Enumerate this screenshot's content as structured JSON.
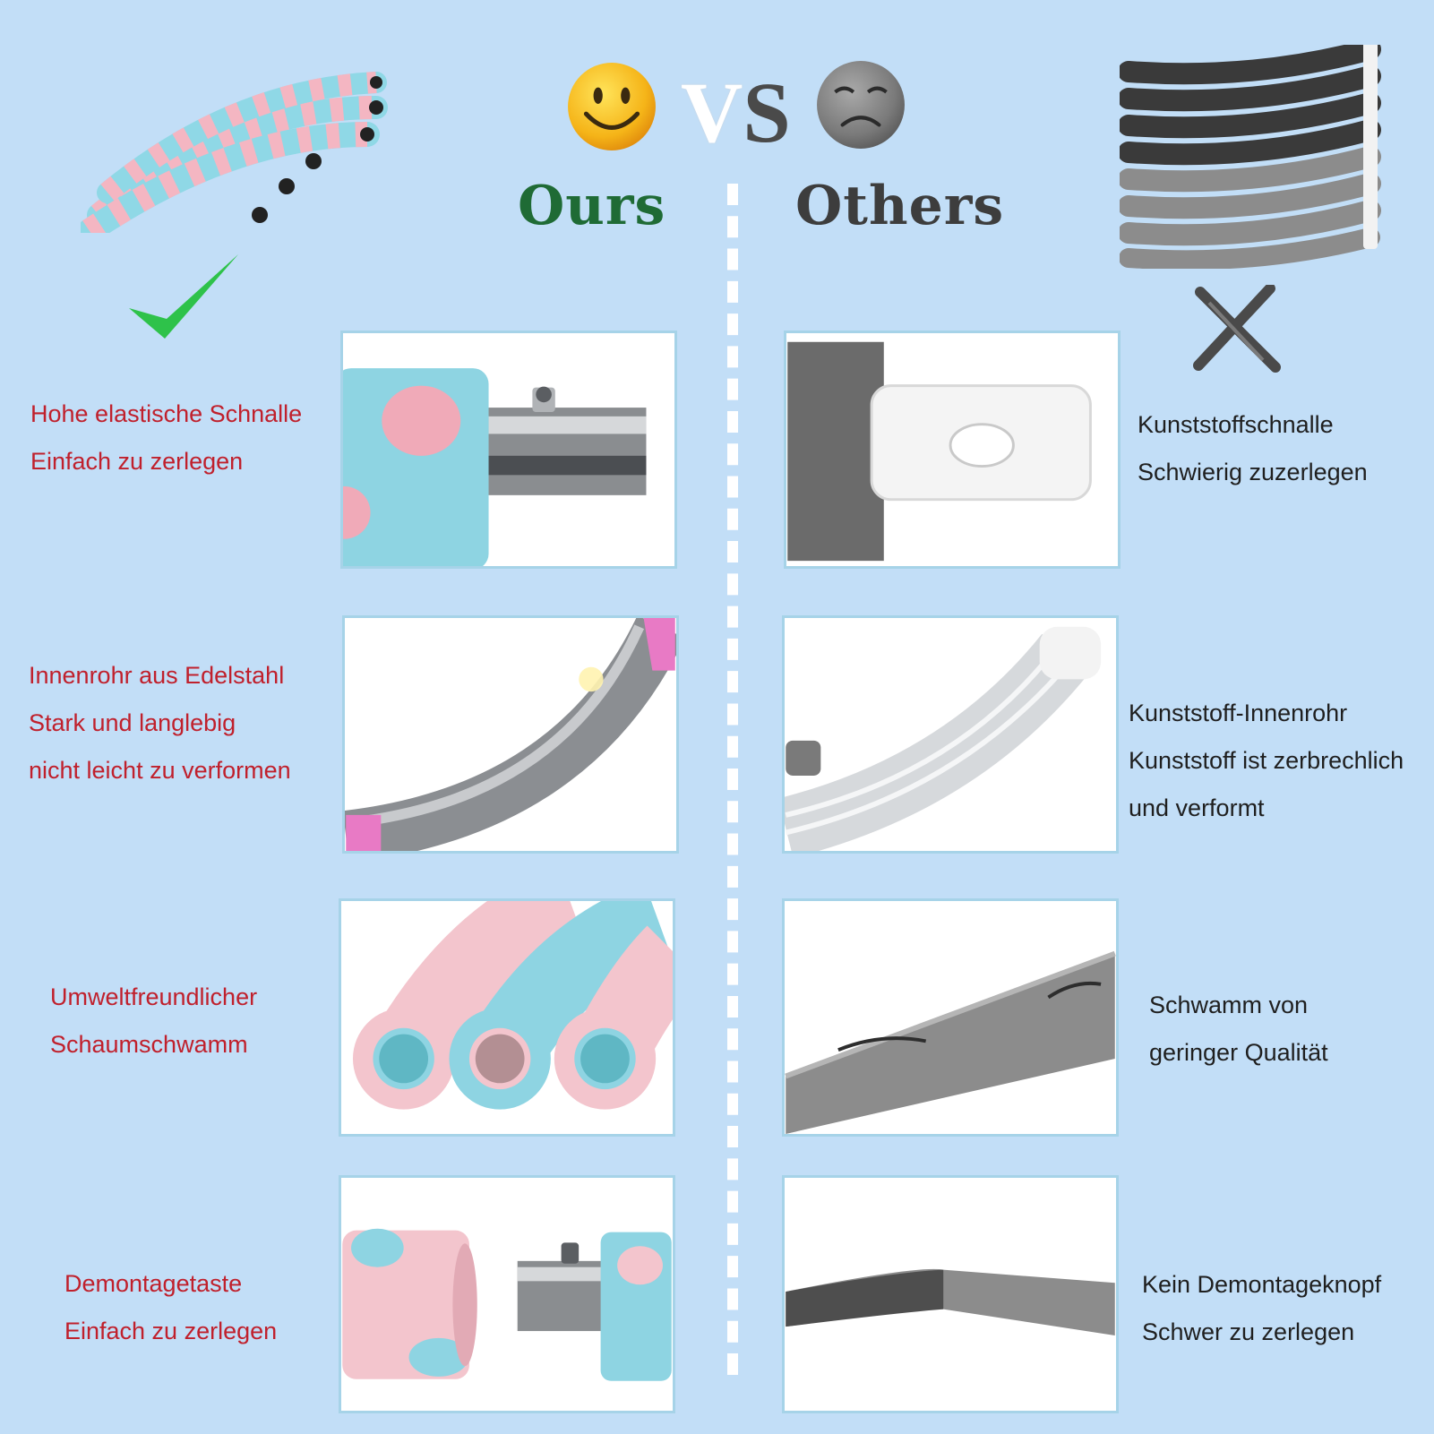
{
  "header": {
    "vs": "VS",
    "ours": "Ours",
    "others": "Others"
  },
  "icons": {
    "happy": "smiley-face-icon",
    "sad": "sad-face-icon",
    "check": "checkmark-icon",
    "cross": "cross-icon"
  },
  "colors": {
    "background": "#c2def7",
    "ours_heading": "#1f6b35",
    "others_heading": "#3d3d3d",
    "ours_text": "#c0202c",
    "others_text": "#1f1f1f",
    "check": "#2ec24a"
  },
  "rows": [
    {
      "ours": [
        "Hohe elastische Schnalle",
        "Einfach zu zerlegen"
      ],
      "others": [
        "Kunststoffschnalle",
        "Schwierig zuzerlegen"
      ]
    },
    {
      "ours": [
        "Innenrohr aus Edelstahl",
        "Stark und langlebig",
        "nicht leicht zu verformen"
      ],
      "others": [
        "Kunststoff-Innenrohr",
        "Kunststoff ist zerbrechlich",
        "und verformt"
      ]
    },
    {
      "ours": [
        "Umweltfreundlicher",
        "Schaumschwamm"
      ],
      "others": [
        "Schwamm von",
        "geringer Qualität"
      ]
    },
    {
      "ours": [
        "Demontagetaste",
        "Einfach zu zerlegen"
      ],
      "others": [
        "Kein Demontageknopf",
        "Schwer zu zerlegen"
      ]
    }
  ]
}
